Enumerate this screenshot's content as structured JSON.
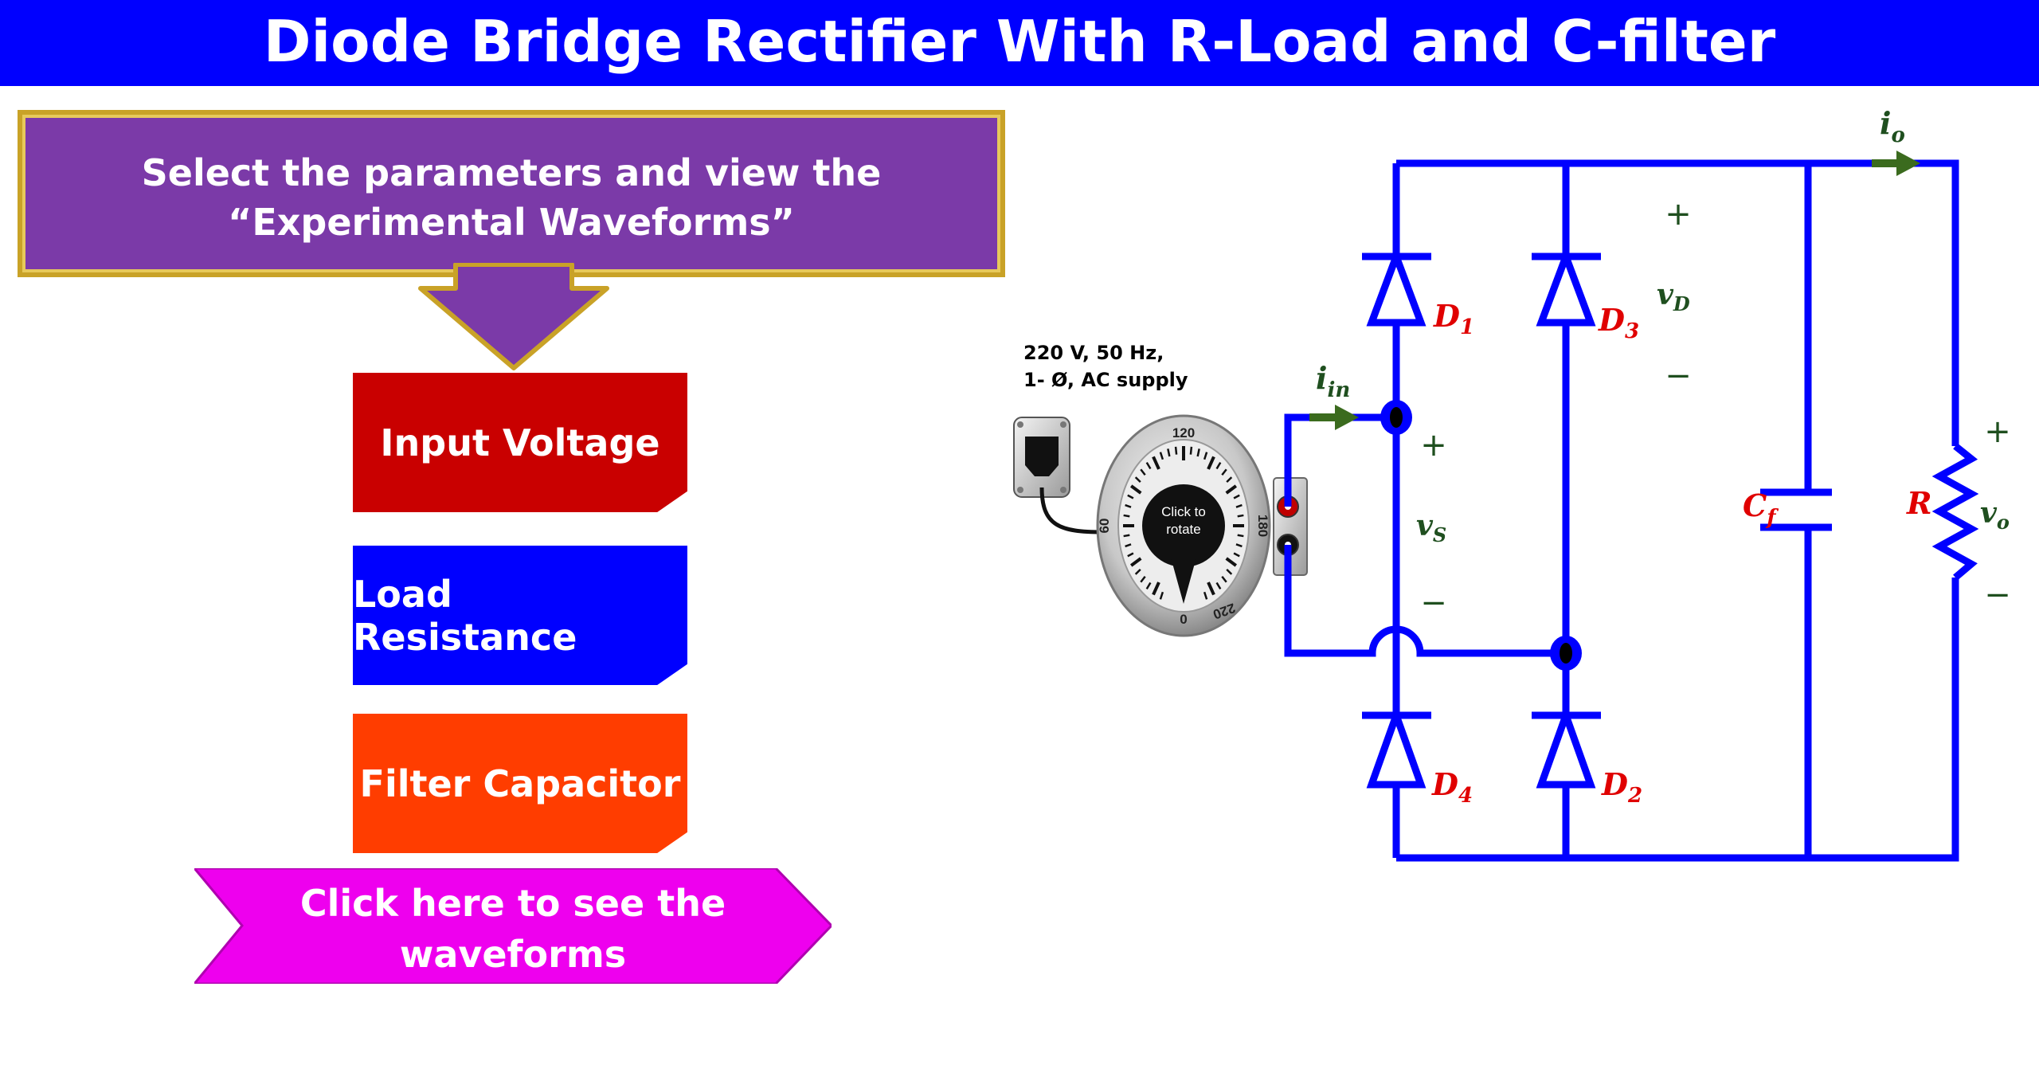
{
  "title": "Diode Bridge Rectifier With R-Load and C-filter",
  "instruction": "Select the parameters and view the “Experimental Waveforms”",
  "buttons": {
    "input_voltage": "Input Voltage",
    "load_resistance": "Load Resistance",
    "filter_capacitor": "Filter Capacitor",
    "waveforms": "Click here to see the waveforms"
  },
  "supply": {
    "line1": "220 V, 50 Hz,",
    "line2": "1- Ø, AC supply"
  },
  "dial": {
    "center_text": "Click to rotate",
    "ticks": [
      "120",
      "180",
      "220",
      "0",
      "60"
    ]
  },
  "circuit_labels": {
    "d1": "D1",
    "d2": "D2",
    "d3": "D3",
    "d4": "D4",
    "cf": "Cf",
    "r": "R",
    "vd": "vD",
    "vs": "vS",
    "vo": "vo",
    "iin": "iin",
    "io": "io",
    "plus": "+",
    "minus": "−"
  },
  "colors": {
    "title_bg": "#0000ff",
    "instruction_bg": "#7b3aa8",
    "instruction_border": "#c9a227",
    "input_voltage": "#c90000",
    "load_resistance": "#0000ff",
    "filter_capacitor": "#ff3d00",
    "waveforms": "#ee00ee",
    "wire": "#0000ff",
    "component_label": "#e00000",
    "signal_label": "#1f4f1f",
    "current_arrow": "#3b6b1e"
  }
}
